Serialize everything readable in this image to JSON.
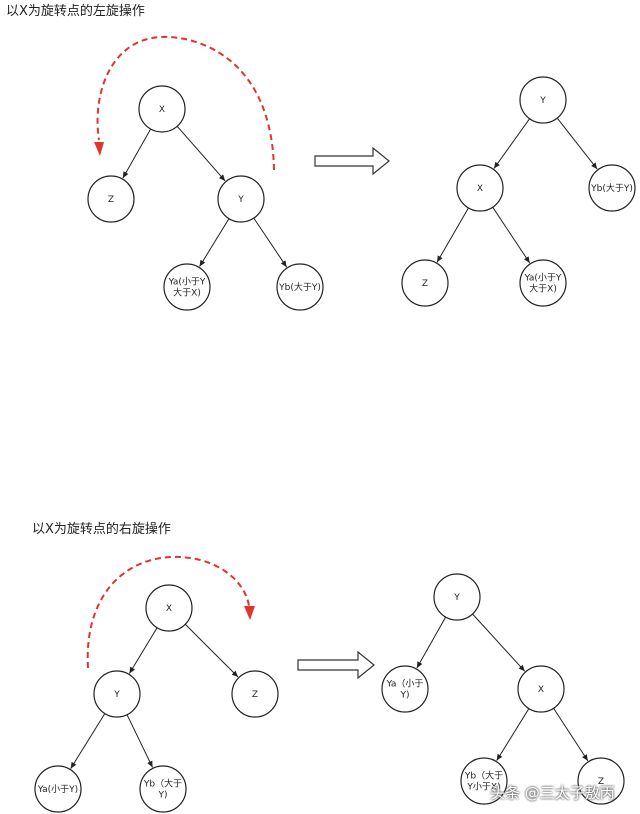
{
  "left_rotation": {
    "title": "以X为旋转点的左旋操作",
    "before": {
      "X": [
        "X"
      ],
      "Z": [
        "Z"
      ],
      "Y": [
        "Y"
      ],
      "Ya": [
        "Ya(小于Y",
        "大于X)"
      ],
      "Yb": [
        "Yb(大于Y)"
      ]
    },
    "after": {
      "Y": [
        "Y"
      ],
      "X": [
        "X"
      ],
      "Yb": [
        "Yb(大于Y)"
      ],
      "Z": [
        "Z"
      ],
      "Ya": [
        "Ya(小于Y",
        "大于X)"
      ]
    }
  },
  "right_rotation": {
    "title": "以X为旋转点的右旋操作",
    "before": {
      "X": [
        "X"
      ],
      "Y": [
        "Y"
      ],
      "Z": [
        "Z"
      ],
      "Ya": [
        "Ya(小于Y)"
      ],
      "Yb": [
        "Yb（大于",
        "Y)"
      ]
    },
    "after": {
      "Y": [
        "Y"
      ],
      "Ya": [
        "Ya（小于",
        "Y)"
      ],
      "X": [
        "X"
      ],
      "Yb": [
        "Yb（大于",
        "Y小于X)"
      ],
      "Z": [
        "Z"
      ]
    }
  },
  "colors": {
    "curve": "#e0352b",
    "stroke": "#222222"
  },
  "watermark": "头条 @三太子敖丙"
}
